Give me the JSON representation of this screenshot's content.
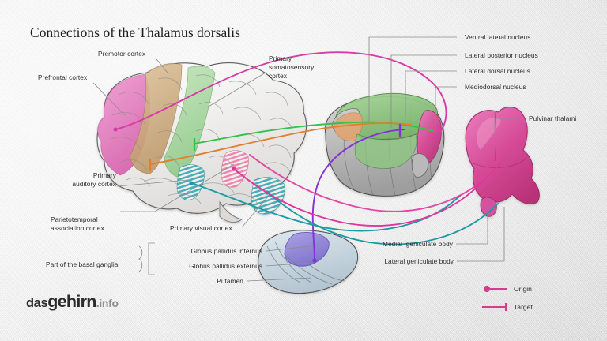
{
  "title": "Connections of the Thalamus dorsalis",
  "logo": {
    "part1": "das",
    "part2": "gehirn",
    "part3": ".info"
  },
  "labels_left": [
    {
      "key": "premotor",
      "text": "Premotor cortex"
    },
    {
      "key": "prefrontal",
      "text": "Prefrontal cortex"
    },
    {
      "key": "somatosensory",
      "text": "Primary\nsomatosensory\ncortex"
    },
    {
      "key": "auditory",
      "text": "Primary\nauditory cortex"
    },
    {
      "key": "parietotemporal",
      "text": "Parietotemporal\nassociation cortex"
    },
    {
      "key": "visual",
      "text": "Primary visual cortex"
    }
  ],
  "labels_right": [
    {
      "key": "ventral_lateral",
      "text": "Ventral lateral nucleus"
    },
    {
      "key": "lateral_posterior",
      "text": "Lateral posterior nucleus"
    },
    {
      "key": "lateral_dorsal",
      "text": "Lateral dorsal nucleus"
    },
    {
      "key": "mediodorsal",
      "text": "Mediodorsal nucleus"
    },
    {
      "key": "pulvinar",
      "text": "Pulvinar thalami"
    },
    {
      "key": "medial_geniculate",
      "text": "Medial  geniculate body"
    },
    {
      "key": "lateral_geniculate",
      "text": "Lateral geniculate body"
    }
  ],
  "basal_ganglia": {
    "group_label": "Part of the basal ganglia",
    "items": [
      {
        "key": "gpi",
        "text": "Globus pallidus internus"
      },
      {
        "key": "gpe",
        "text": "Globus pallidus externus"
      },
      {
        "key": "putamen",
        "text": "Putamen"
      }
    ]
  },
  "legend": [
    {
      "key": "origin",
      "text": "Origin",
      "marker": "dot-line",
      "color": "#d43f8d"
    },
    {
      "key": "target",
      "text": "Target",
      "marker": "line-bar",
      "color": "#d43f8d"
    }
  ],
  "colors": {
    "background": "#efefef",
    "title": "#1d1d1d",
    "label": "#2c2c2c",
    "leader": "#8c8c8c",
    "connection_magenta": "#d63ba6",
    "connection_pink": "#e0359c",
    "connection_green": "#34c24a",
    "connection_orange": "#e0802e",
    "connection_teal": "#1b9aa5",
    "connection_purple": "#8434d6",
    "cortex_prefrontal": "#e07ac0",
    "cortex_premotor": "#cdab7e",
    "cortex_somatosensory": "#a9d9a2",
    "cortex_auditory": "#4fb6bd",
    "cortex_parietotemporal": "#ef7fa8",
    "cortex_visual": "#3fa9b4",
    "brain_base": "#efeeec",
    "thalamus_body": "#b4b4b4",
    "thalamus_dorsal": "#8cc67e",
    "thalamus_orange": "#e2a774",
    "pulvinar": "#d64a96",
    "basal_ganglia": "#c3d3dc",
    "globus_pallidus_internus": "#8a7fd6"
  }
}
